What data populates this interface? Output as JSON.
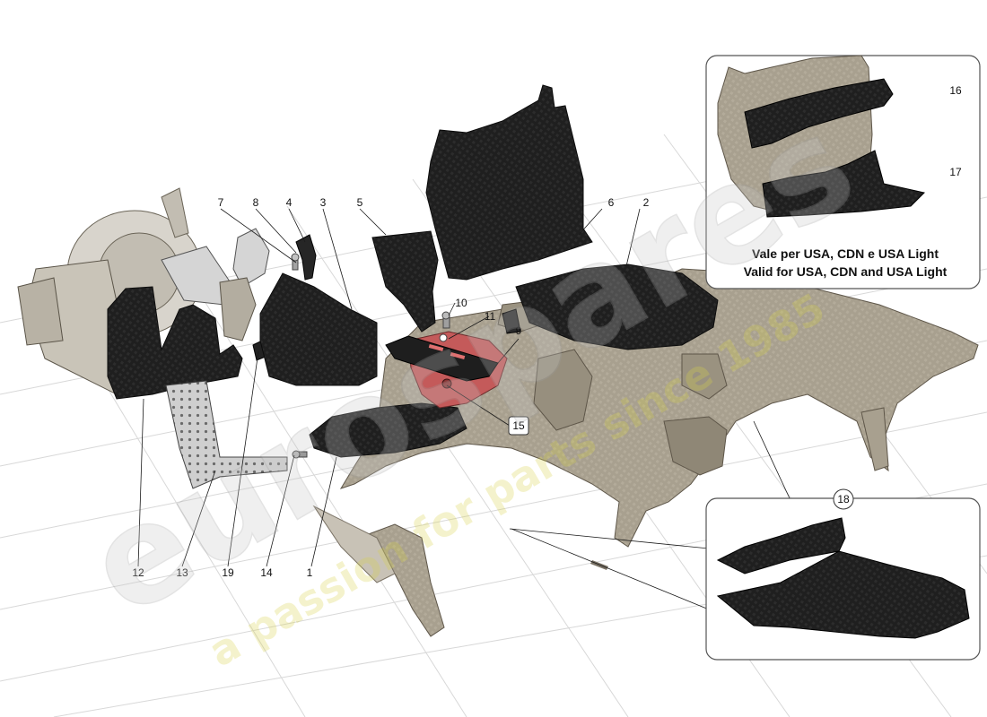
{
  "diagram": {
    "callouts": {
      "c1": "1",
      "c2": "2",
      "c3": "3",
      "c4": "4",
      "c5": "5",
      "c6": "6",
      "c7": "7",
      "c8": "8",
      "c9": "9",
      "c10": "10",
      "c11": "11",
      "c12": "12",
      "c13": "13",
      "c14": "14",
      "c15": "15",
      "c16": "16",
      "c17": "17",
      "c18": "18",
      "c19": "19"
    },
    "inset_top": {
      "line1": "Vale per USA, CDN e USA Light",
      "line2": "Valid for USA, CDN and USA Light"
    }
  },
  "watermark": {
    "brand": "eurospares",
    "tagline": "a passion for parts since 1985"
  },
  "colors": {
    "part_dark": "#1c1c1c",
    "floor_tan": "#a59c8c",
    "highlight_red": "#c45a5a",
    "grid_line": "#d6d6d6"
  }
}
